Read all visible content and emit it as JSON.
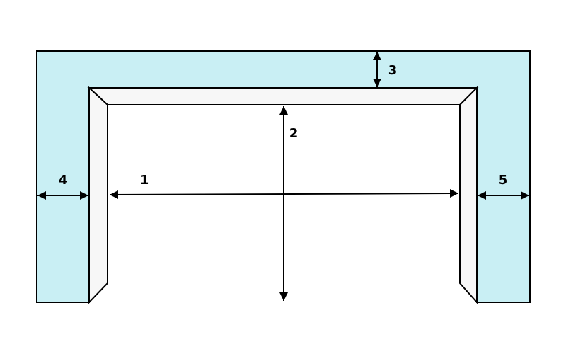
{
  "colors": {
    "wall_fill": "#c9eff4",
    "frame_fill": "#ffffff",
    "bevel_fill": "#f7f7f7",
    "stroke": "#000000"
  },
  "labels": {
    "opening_width": "1",
    "opening_height": "2",
    "top_margin": "3",
    "left_margin": "4",
    "right_margin": "5"
  }
}
